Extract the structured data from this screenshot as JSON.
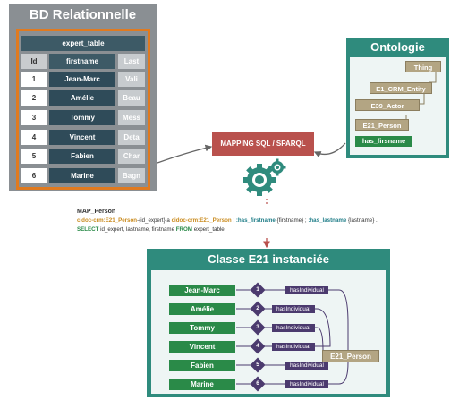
{
  "bd": {
    "title": "BD Relationnelle",
    "table_name": "expert_table",
    "headers": [
      "Id",
      "firstname",
      "Last"
    ],
    "rows": [
      {
        "id": "1",
        "firstname": "Jean-Marc",
        "last": "Vali"
      },
      {
        "id": "2",
        "firstname": "Amélie",
        "last": "Beau"
      },
      {
        "id": "3",
        "firstname": "Tommy",
        "last": "Mess"
      },
      {
        "id": "4",
        "firstname": "Vincent",
        "last": "Deta"
      },
      {
        "id": "5",
        "firstname": "Fabien",
        "last": "Char"
      },
      {
        "id": "6",
        "firstname": "Marine",
        "last": "Bagn"
      }
    ]
  },
  "ontology": {
    "title": "Ontologie",
    "classes": [
      "Thing",
      "E1_CRM_Entity",
      "E39_Actor",
      "E21_Person"
    ],
    "property": "has_firsname"
  },
  "mapping": {
    "label": "MAPPING SQL / SPARQL",
    "name": "MAP_Person",
    "line1_a": "cidoc-crm:E21_Person",
    "line1_b": "-{id_expert} a ",
    "line1_c": "cidoc-crm:E21_Person",
    "line1_d": " ; ",
    "line1_e": ":has_firstname",
    "line1_f": " {firstname} ; ",
    "line1_g": ":has_lastname",
    "line1_h": " {lastname} .",
    "line2_kw1": "SELECT",
    "line2_mid": " id_expert, lastname, firstname ",
    "line2_kw2": "FROM",
    "line2_end": " expert_table"
  },
  "e21": {
    "title": "Classe E21 instanciée",
    "instances": [
      "Jean-Marc",
      "Amélie",
      "Tommy",
      "Vincent",
      "Fabien",
      "Marine"
    ],
    "numbers": [
      "1",
      "2",
      "3",
      "4",
      "5",
      "6"
    ],
    "relation": "hasIndividual",
    "class_label": "E21_Person"
  },
  "colors": {
    "teal": "#2f8b7d",
    "orange_frame": "#e07a1f",
    "mapping_red": "#b9514d",
    "instance_green": "#2a8a48",
    "diamond_purple": "#4b3a6e",
    "class_tan": "#b3a583"
  }
}
